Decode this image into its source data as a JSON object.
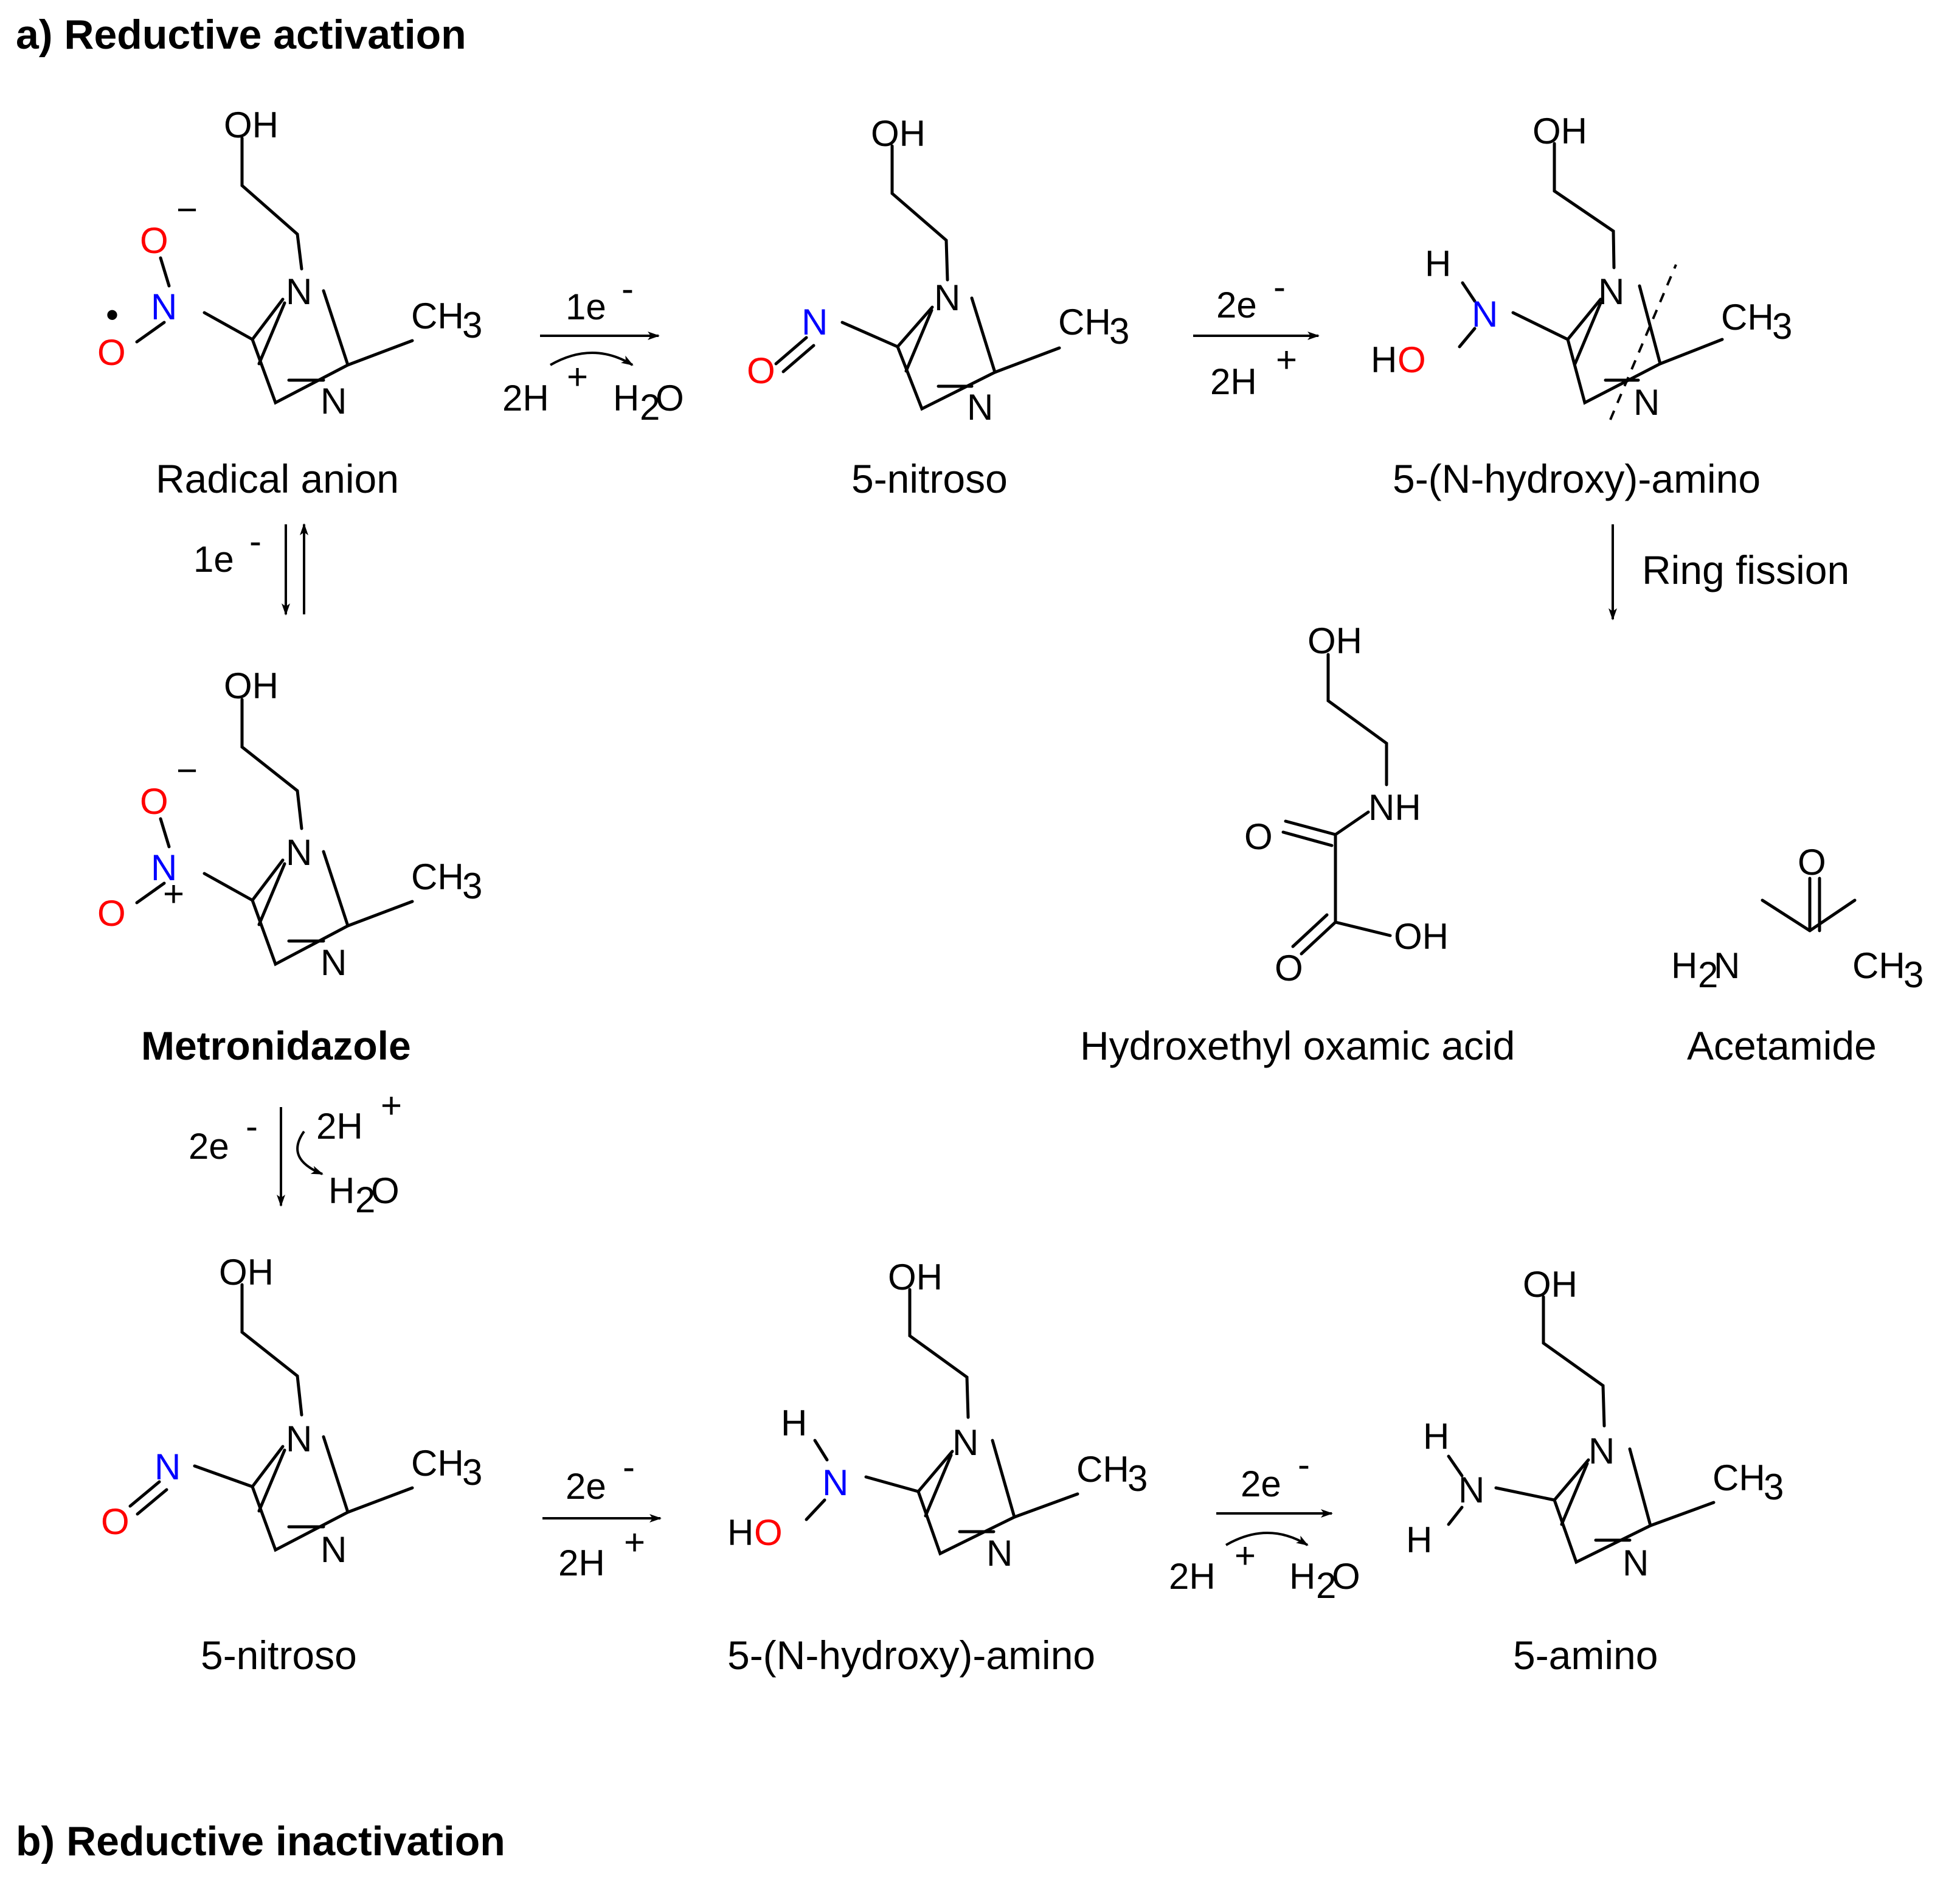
{
  "headings": {
    "a": "a) Reductive activation",
    "b": "b) Reductive inactivation"
  },
  "compounds": {
    "radical_anion": "Radical anion",
    "nitroso_a": "5-nitroso",
    "hydroxyamino_a": "5-(N-hydroxy)-amino",
    "metronidazole": "Metronidazole",
    "oxamic_acid": "Hydroxethyl oxamic acid",
    "acetamide": "Acetamide",
    "nitroso_b": "5-nitroso",
    "hydroxyamino_b": "5-(N-hydroxy)-amino",
    "amino": "5-amino"
  },
  "steps": {
    "ring_fission": "Ring fission"
  },
  "atoms": {
    "OH": "OH",
    "N": "N",
    "NH": "NH",
    "H": "H",
    "HO": "HO",
    "O": "O",
    "O_minus": "O",
    "minus": "−",
    "plus": "+",
    "radical_dot": "•",
    "CH": "CH",
    "three": "3",
    "H2N_H": "H",
    "H2N_2": "2",
    "H2N_N": "N",
    "e_1": "1e",
    "e_2": "2e",
    "e_sup": "-",
    "H_plus_2": "2H",
    "H_plus_sup": "+",
    "H2O_H": "H",
    "H2O_2": "2",
    "H2O_O": "O"
  },
  "colors": {
    "oxygen": "#ff0000",
    "nitrogen": "#0000ff",
    "ink": "#000000"
  }
}
